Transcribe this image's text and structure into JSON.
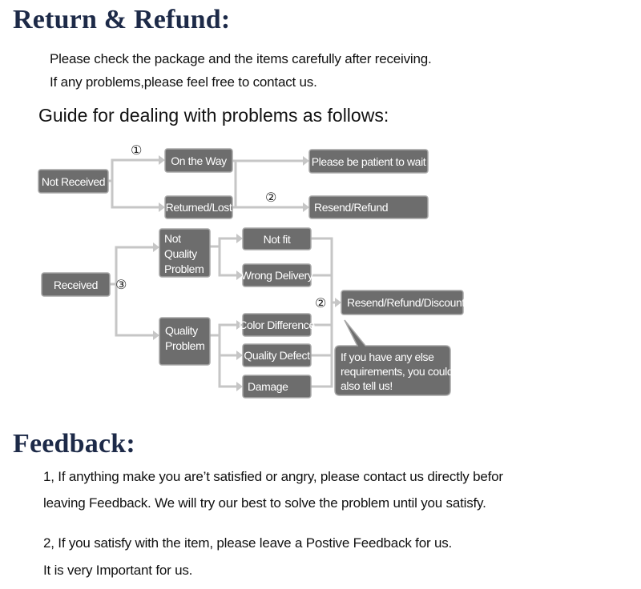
{
  "return_refund": {
    "heading": "Return & Refund:",
    "lines": [
      "Please check the package and the items carefully after receiving.",
      "If any problems,please feel free to contact us."
    ],
    "guide": "Guide for dealing with problems as follows:"
  },
  "flow": {
    "not_received": "Not Received",
    "on_the_way": "On the Way",
    "returned_lost": "Returned/Lost",
    "please_wait": "Please be patient to wait",
    "resend_refund": "Resend/Refund",
    "received": "Received",
    "not_quality": [
      "Not",
      "Quality",
      "Problem"
    ],
    "quality": [
      "Quality",
      "Problem"
    ],
    "not_fit": "Not fit",
    "wrong_delivery": "Wrong Delivery",
    "color_difference": "Color Difference",
    "quality_defect": "Quality Defect",
    "damage": "Damage",
    "resend_refund_discount": "Resend/Refund/Discount",
    "note": [
      "If you have any else",
      "requirements, you could",
      "also tell us!"
    ],
    "mark_1": "①",
    "mark_2": "②",
    "mark_3": "③"
  },
  "feedback": {
    "heading": "Feedback:",
    "lines": [
      "1, If anything make you are’t satisfied or angry, please contact us directly befor",
      "leaving Feedback. We will try our best to solve the problem until you satisfy.",
      "2, If you satisfy with the item, please leave a Postive Feedback for us.",
      "It is very Important for us."
    ]
  }
}
